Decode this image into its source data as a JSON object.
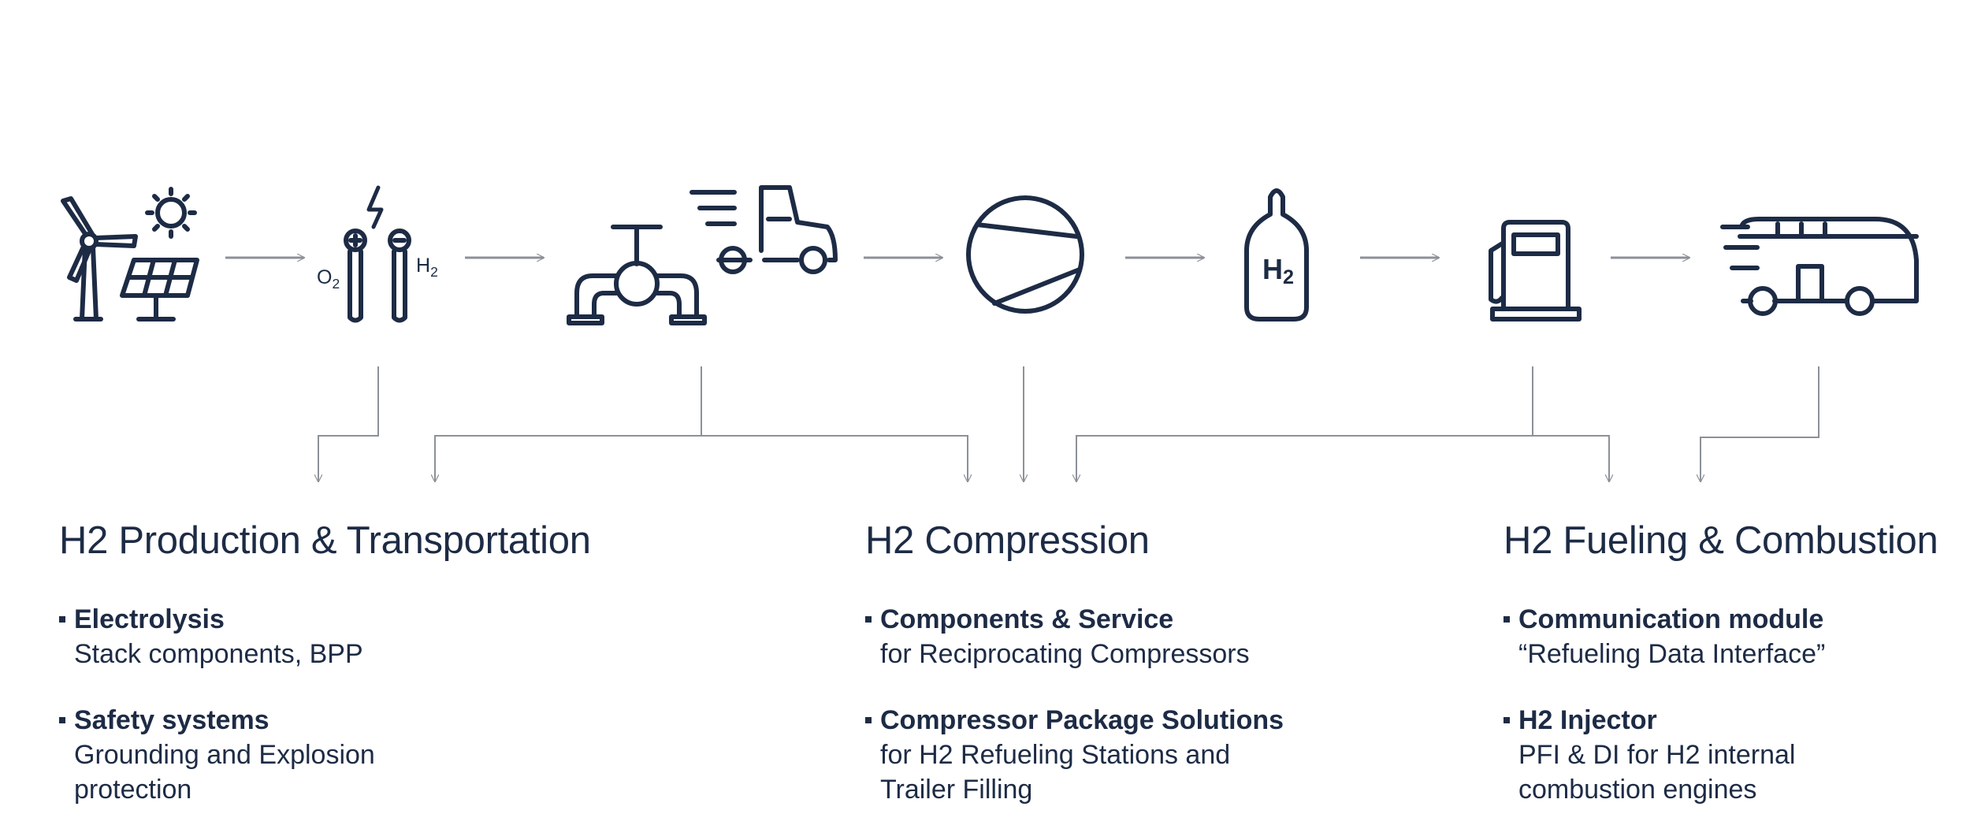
{
  "colors": {
    "icon": "#1d2b45",
    "arrow": "#8c9198",
    "text": "#1d2b45"
  },
  "stages": [
    {
      "icon": "wind-turbine-solar-panel-icon"
    },
    {
      "icon": "electrolyzer-icon",
      "labels": {
        "oxygen": "O2",
        "hydrogen": "H2"
      }
    },
    {
      "icon": "pipeline-truck-icon"
    },
    {
      "icon": "compressor-icon"
    },
    {
      "icon": "hydrogen-tank-icon",
      "label": "H2"
    },
    {
      "icon": "fuel-dispenser-icon"
    },
    {
      "icon": "bus-icon"
    }
  ],
  "categories": [
    {
      "title": "H2 Production & Transportation",
      "items": [
        {
          "title": "Electrolysis",
          "desc": "Stack components, BPP"
        },
        {
          "title": "Safety systems",
          "desc": "Grounding and Explosion\nprotection"
        }
      ]
    },
    {
      "title": "H2 Compression",
      "items": [
        {
          "title": "Components & Service",
          "desc": "for Reciprocating Compressors"
        },
        {
          "title": "Compressor Package Solutions",
          "desc": "for H2 Refueling Stations and\nTrailer Filling"
        }
      ]
    },
    {
      "title": "H2 Fueling & Combustion",
      "items": [
        {
          "title": "Communication module",
          "desc": "“Refueling Data Interface”"
        },
        {
          "title": "H2 Injector",
          "desc": "PFI & DI for H2 internal\ncombustion engines"
        }
      ]
    }
  ]
}
